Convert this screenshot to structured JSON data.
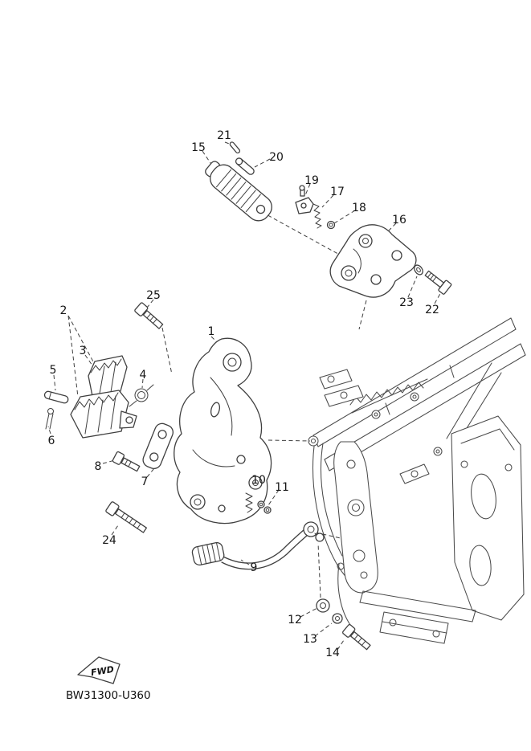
{
  "diagram": {
    "code": "BW31300-U360",
    "fwd_label": "FWD",
    "callouts": {
      "1": "1",
      "2": "2",
      "3": "3",
      "4": "4",
      "5": "5",
      "6": "6",
      "7": "7",
      "8": "8",
      "9": "9",
      "10": "10",
      "11": "11",
      "12": "12",
      "13": "13",
      "14": "14",
      "15": "15",
      "16": "16",
      "17": "17",
      "18": "18",
      "19": "19",
      "20": "20",
      "21": "21",
      "22": "22",
      "23": "23",
      "24": "24",
      "25": "25"
    }
  }
}
